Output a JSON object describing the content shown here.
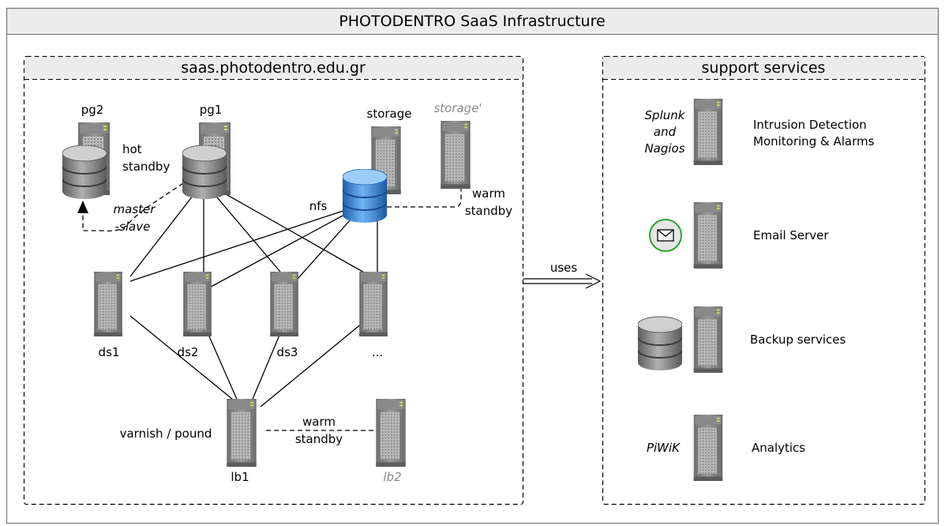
{
  "diagram": {
    "title": "PHOTODENTRO SaaS Infrastructure",
    "saas_group": {
      "title": "saas.photodentro.edu.gr",
      "pg2": "pg2",
      "pg1": "pg1",
      "storage": "storage",
      "storage_standby": "storage'",
      "hot": "hot",
      "standby": "standby",
      "master": "master",
      "slave": "-slave",
      "nfs": "nfs",
      "warm": "warm",
      "warm_standby": "standby",
      "ds1": "ds1",
      "ds2": "ds2",
      "ds3": "ds3",
      "ds_more": "...",
      "varnish": "varnish / pound",
      "lb1": "lb1",
      "lb2": "lb2",
      "lb_warm": "warm",
      "lb_standby": "standby"
    },
    "uses": "uses",
    "support_group": {
      "title": "support services",
      "splunk_1": "Splunk",
      "splunk_2": "and",
      "splunk_3": "Nagios",
      "ids_1": "Intrusion Detection",
      "ids_2": "Monitoring & Alarms",
      "email": "Email Server",
      "backup": "Backup services",
      "piwik": "PiWiK",
      "analytics": "Analytics"
    }
  },
  "colors": {
    "server_body": "#7a7a7a",
    "server_face": "#a3a3a3",
    "server_led": "#c8e24a",
    "db_gray": "#8c8c8c",
    "db_blue": "#2f7fd6",
    "mail_ring": "#2aa52a",
    "panel_header": "#ececec"
  },
  "icons": [
    "server-icon",
    "database-icon",
    "blue-database-icon",
    "mail-icon",
    "arrow-up-icon",
    "double-arrow-icon"
  ]
}
